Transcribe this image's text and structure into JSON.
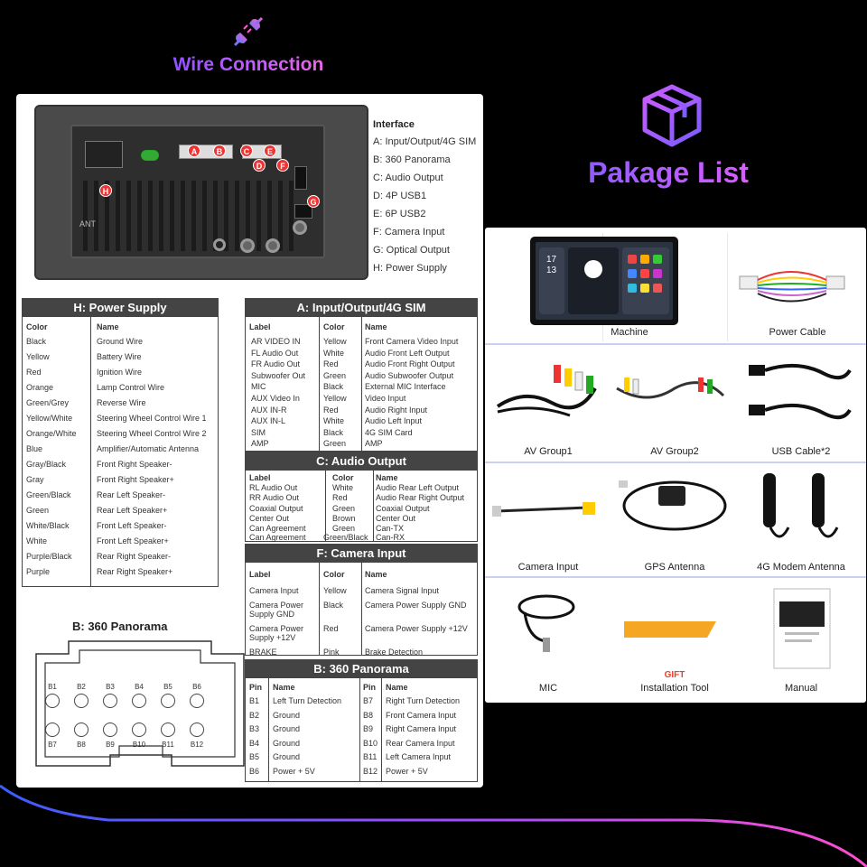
{
  "wire_connection": {
    "title": "Wire Connection",
    "icon": "plug-icon"
  },
  "radio": {
    "markers": [
      "A",
      "B",
      "C",
      "E",
      "D",
      "F",
      "G",
      "H"
    ],
    "ant_label": "ANT"
  },
  "interface": {
    "title": "Interface",
    "items": [
      "A: Input/Output/4G SIM",
      "B: 360 Panorama",
      "C: Audio Output",
      "D: 4P USB1",
      "E: 6P USB2",
      "F: Camera Input",
      "G: Optical Output",
      "H: Power Supply"
    ]
  },
  "power_supply": {
    "title": "H: Power Supply",
    "headers": [
      "Color",
      "Name"
    ],
    "rows": [
      [
        "Black",
        "Ground Wire"
      ],
      [
        "Yellow",
        "Battery Wire"
      ],
      [
        "Red",
        "Ignition Wire"
      ],
      [
        "Orange",
        "Lamp Control Wire"
      ],
      [
        "Green/Grey",
        "Reverse Wire"
      ],
      [
        "Yellow/White",
        "Steering Wheel Control Wire 1"
      ],
      [
        "Orange/White",
        "Steering Wheel Control Wire 2"
      ],
      [
        "Blue",
        "Amplifier/Automatic Antenna"
      ],
      [
        "Gray/Black",
        "Front Right Speaker-"
      ],
      [
        "Gray",
        "Front Right Speaker+"
      ],
      [
        "Green/Black",
        "Rear Left Speaker-"
      ],
      [
        "Green",
        "Rear Left Speaker+"
      ],
      [
        "White/Black",
        "Front Left Speaker-"
      ],
      [
        "White",
        "Front Left Speaker+"
      ],
      [
        "Purple/Black",
        "Rear Right Speaker-"
      ],
      [
        "Purple",
        "Rear Right Speaker+"
      ]
    ]
  },
  "input_output": {
    "title": "A: Input/Output/4G SIM",
    "headers": [
      "Label",
      "Color",
      "Name"
    ],
    "rows": [
      [
        "AR VIDEO IN",
        "Yellow",
        "Front Camera Video Input"
      ],
      [
        "FL Audio Out",
        "White",
        "Audio Front Left Output"
      ],
      [
        "FR Audio Out",
        "Red",
        "Audio Front Right Output"
      ],
      [
        "Subwoofer Out",
        "Green",
        "Audio Subwoofer Output"
      ],
      [
        "MIC",
        "Black",
        "External MIC Interface"
      ],
      [
        "AUX Video In",
        "Yellow",
        "Video Input"
      ],
      [
        "AUX IN-R",
        "Red",
        "Audio Right Input"
      ],
      [
        "AUX IN-L",
        "White",
        "Audio Left Input"
      ],
      [
        "SIM",
        "Black",
        "4G SIM Card"
      ],
      [
        "AMP",
        "Green",
        "AMP"
      ]
    ]
  },
  "audio_output": {
    "title": "C: Audio Output",
    "headers": [
      "Label",
      "Color",
      "Name"
    ],
    "rows": [
      [
        "RL Audio Out",
        "White",
        "Audio Rear Left Output"
      ],
      [
        "RR Audio Out",
        "Red",
        "Audio Rear Right Output"
      ],
      [
        "Coaxial Output",
        "Green",
        "Coaxial Output"
      ],
      [
        "Center Out",
        "Brown",
        "Center Out"
      ],
      [
        "Can Agreement",
        "Green",
        "Can-TX"
      ],
      [
        "Can Agreement",
        "Green/Black",
        "Can-RX"
      ]
    ]
  },
  "camera_input": {
    "title": "F: Camera Input",
    "headers": [
      "Label",
      "Color",
      "Name"
    ],
    "rows": [
      [
        "Camera Input",
        "",
        "Yellow",
        "Camera Signal Input"
      ],
      [
        "Camera Power",
        "Supply GND",
        "Black",
        "Camera Power Supply GND"
      ],
      [
        "Camera Power",
        "Supply +12V",
        "Red",
        "Camera Power Supply +12V"
      ],
      [
        "BRAKE",
        "",
        "Pink",
        "Brake Detection"
      ]
    ]
  },
  "panorama_table": {
    "title": "B: 360 Panorama",
    "headers": [
      "Pin",
      "Name",
      "Pin",
      "Name"
    ],
    "rows": [
      [
        "B1",
        "Left Turn Detection",
        "B7",
        "Right Turn Detection"
      ],
      [
        "B2",
        "Ground",
        "B8",
        "Front Camera Input"
      ],
      [
        "B3",
        "Ground",
        "B9",
        "Right Camera Input"
      ],
      [
        "B4",
        "Ground",
        "B10",
        "Rear Camera Input"
      ],
      [
        "B5",
        "Ground",
        "B11",
        "Left Camera Input"
      ],
      [
        "B6",
        "Power + 5V",
        "B12",
        "Power + 5V"
      ]
    ]
  },
  "panorama_diagram": {
    "title": "B: 360 Panorama",
    "top_pins": [
      "B1",
      "B2",
      "B3",
      "B4",
      "B5",
      "B6"
    ],
    "bottom_pins": [
      "B7",
      "B8",
      "B9",
      "B10",
      "B11",
      "B12"
    ]
  },
  "package": {
    "title": "Pakage List",
    "icon": "box-icon",
    "gift_label": "GIFT",
    "items": [
      "Machine",
      "Power Cable",
      "AV Group1",
      "AV Group2",
      "USB Cable*2",
      "Camera Input",
      "GPS Antenna",
      "4G Modem Antenna",
      "MIC",
      "Installation Tool",
      "Manual"
    ]
  },
  "device_screen": {
    "time_hour": "17",
    "time_min": "13"
  },
  "colors": {
    "accent_purple": "#8a5cff",
    "accent_pink": "#e05cff",
    "table_header": "#444444",
    "marker_red": "#e33333",
    "gift_orange": "#e8402a",
    "tool_orange": "#f5a623"
  }
}
